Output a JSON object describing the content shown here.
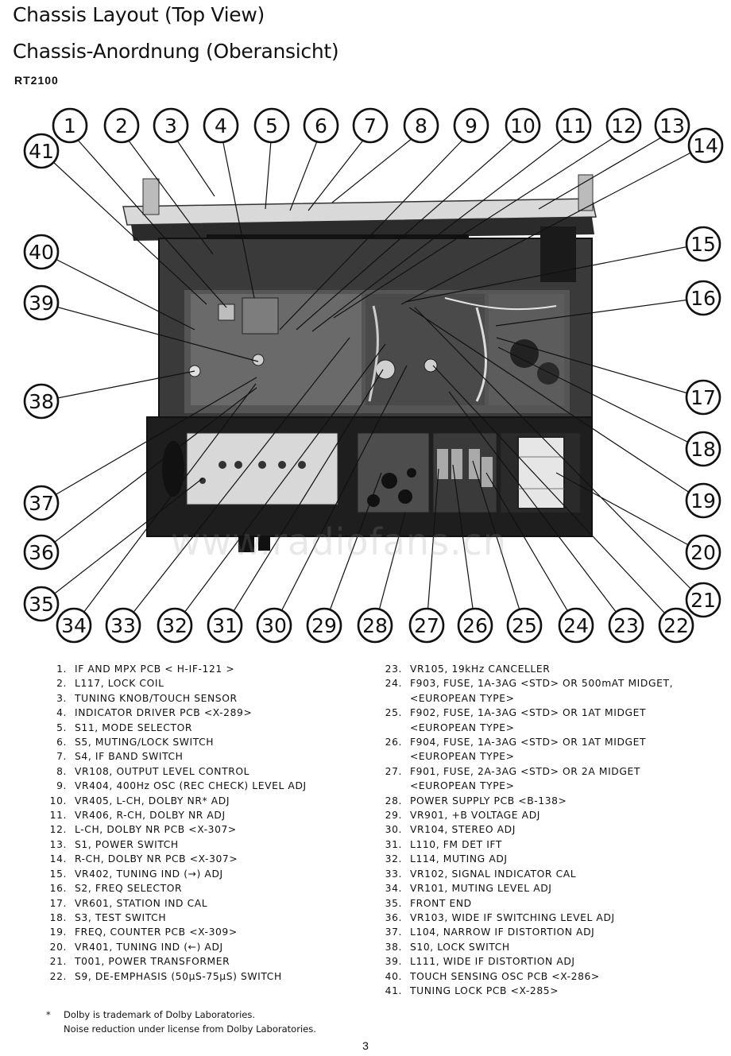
{
  "title_en": "Chassis Layout (Top View)",
  "title_de": "Chassis-Anordnung (Oberansicht)",
  "model": "RT2100",
  "watermark": "www.radiofans.cn",
  "legend_left": [
    {
      "num": "1.",
      "text": "IF AND MPX PCB < H-IF-121 >"
    },
    {
      "num": "2.",
      "text": "L117, LOCK COIL"
    },
    {
      "num": "3.",
      "text": "TUNING KNOB/TOUCH SENSOR"
    },
    {
      "num": "4.",
      "text": "INDICATOR DRIVER PCB <X-289>"
    },
    {
      "num": "5.",
      "text": "S11, MODE SELECTOR"
    },
    {
      "num": "6.",
      "text": "S5, MUTING/LOCK SWITCH"
    },
    {
      "num": "7.",
      "text": "S4, IF BAND SWITCH"
    },
    {
      "num": "8.",
      "text": "VR108, OUTPUT LEVEL CONTROL"
    },
    {
      "num": "9.",
      "text": "VR404, 400Hz OSC (REC CHECK) LEVEL ADJ"
    },
    {
      "num": "10.",
      "text": "VR405, L-CH, DOLBY NR* ADJ"
    },
    {
      "num": "11.",
      "text": "VR406, R-CH, DOLBY NR ADJ"
    },
    {
      "num": "12.",
      "text": "L-CH, DOLBY NR PCB <X-307>"
    },
    {
      "num": "13.",
      "text": "S1, POWER SWITCH"
    },
    {
      "num": "14.",
      "text": "R-CH, DOLBY NR PCB <X-307>"
    },
    {
      "num": "15.",
      "text": "VR402, TUNING IND (→) ADJ"
    },
    {
      "num": "16.",
      "text": "S2, FREQ SELECTOR"
    },
    {
      "num": "17.",
      "text": "VR601, STATION IND CAL"
    },
    {
      "num": "18.",
      "text": "S3, TEST SWITCH"
    },
    {
      "num": "19.",
      "text": "FREQ, COUNTER PCB <X-309>"
    },
    {
      "num": "20.",
      "text": "VR401, TUNING IND (←) ADJ"
    },
    {
      "num": "21.",
      "text": "T001, POWER TRANSFORMER"
    },
    {
      "num": "22.",
      "text": "S9, DE-EMPHASIS (50μS-75μS) SWITCH"
    }
  ],
  "legend_right": [
    {
      "num": "23.",
      "text": "VR105, 19kHz CANCELLER"
    },
    {
      "num": "24.",
      "text": "F903, FUSE, 1A-3AG <STD> OR 500mAT MIDGET,"
    },
    {
      "num": "",
      "text": "<EUROPEAN TYPE>"
    },
    {
      "num": "25.",
      "text": "F902, FUSE, 1A-3AG <STD> OR 1AT MIDGET"
    },
    {
      "num": "",
      "text": "<EUROPEAN TYPE>"
    },
    {
      "num": "26.",
      "text": "F904, FUSE, 1A-3AG <STD> OR 1AT MIDGET"
    },
    {
      "num": "",
      "text": "<EUROPEAN TYPE>"
    },
    {
      "num": "27.",
      "text": "F901, FUSE, 2A-3AG <STD> OR 2A MIDGET"
    },
    {
      "num": "",
      "text": "<EUROPEAN TYPE>"
    },
    {
      "num": "28.",
      "text": "POWER SUPPLY PCB <B-138>"
    },
    {
      "num": "29.",
      "text": "VR901, +B VOLTAGE ADJ"
    },
    {
      "num": "30.",
      "text": "VR104, STEREO ADJ"
    },
    {
      "num": "31.",
      "text": "L110, FM DET IFT"
    },
    {
      "num": "32.",
      "text": "L114, MUTING ADJ"
    },
    {
      "num": "33.",
      "text": "VR102, SIGNAL INDICATOR CAL"
    },
    {
      "num": "34.",
      "text": "VR101, MUTING LEVEL ADJ"
    },
    {
      "num": "35.",
      "text": "FRONT END"
    },
    {
      "num": "36.",
      "text": "VR103, WIDE IF SWITCHING LEVEL ADJ"
    },
    {
      "num": "37.",
      "text": "L104, NARROW IF DISTORTION ADJ"
    },
    {
      "num": "38.",
      "text": "S10, LOCK SWITCH"
    },
    {
      "num": "39.",
      "text": "L111, WIDE IF DISTORTION ADJ"
    },
    {
      "num": "40.",
      "text": "TOUCH SENSING OSC PCB <X-286>"
    },
    {
      "num": "41.",
      "text": "TUNING LOCK PCB <X-285>"
    }
  ],
  "footnote": {
    "star": "*",
    "line1": "Dolby is trademark of Dolby Laboratories.",
    "line2": "Noise reduction under license from Dolby Laboratories."
  },
  "page_number": "3"
}
